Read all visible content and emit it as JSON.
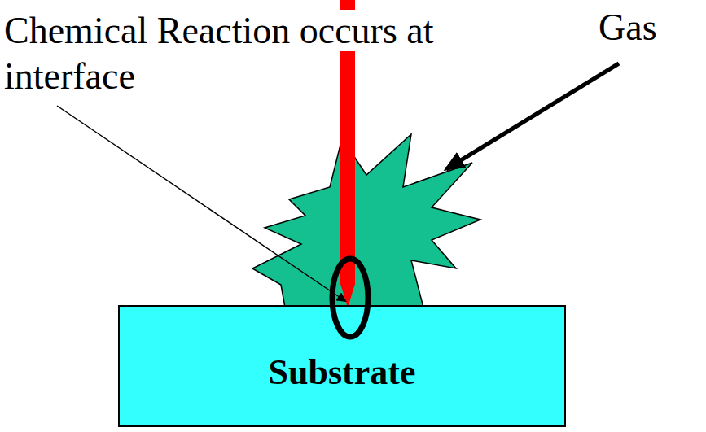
{
  "diagram": {
    "nodes": [
      {
        "text": [
          "Substrate"
        ]
      }
    ],
    "labels": [
      "Chemical Reaction occurs at interface",
      "Gas"
    ]
  }
}
